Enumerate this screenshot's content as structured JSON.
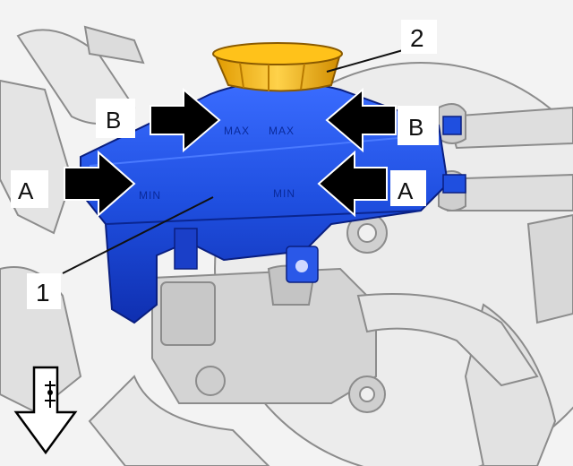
{
  "callouts": {
    "part_1": "1",
    "part_2": "2",
    "left_upper": "B",
    "right_upper": "B",
    "left_lower": "A",
    "right_lower": "A"
  },
  "embossed": {
    "max_left": "MAX",
    "max_right": "MAX",
    "min_left": "MIN",
    "min_right": "MIN"
  },
  "colors": {
    "reservoir": "#1f4fe0",
    "cap": "#f5b400",
    "arrow": "#000000",
    "engine_line": "#8c8c8c",
    "background": "#ffffff"
  },
  "icons": {
    "direction": "arrow-down-icon"
  }
}
